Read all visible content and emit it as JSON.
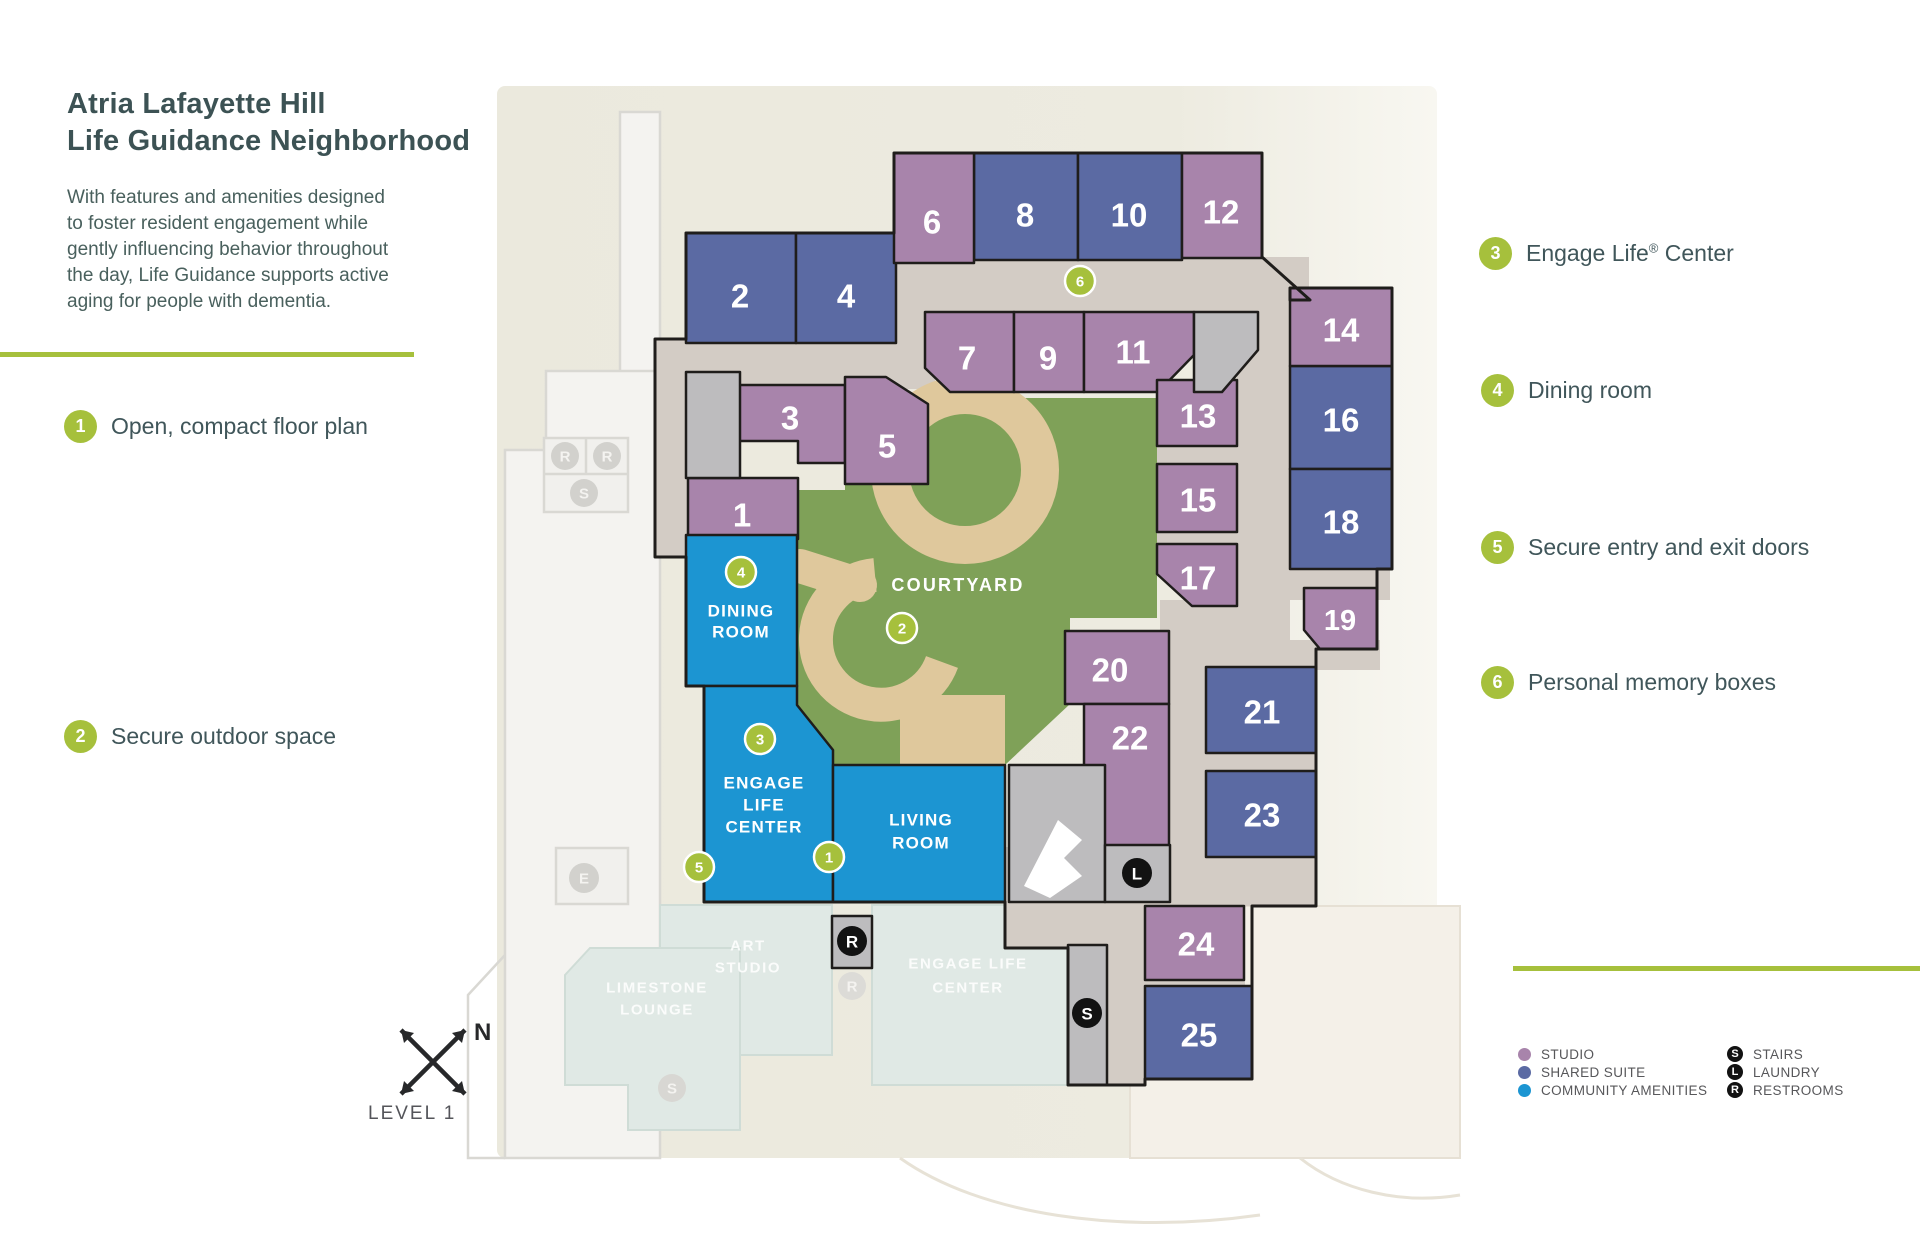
{
  "header": {
    "title_line1": "Atria Lafayette Hill",
    "title_line2": "Life Guidance Neighborhood",
    "description_lines": [
      "With features and amenities designed",
      "to foster resident engagement while",
      "gently influencing behavior throughout",
      "the day, Life Guidance supports active",
      "aging for people with dementia."
    ]
  },
  "left_callouts": [
    {
      "num": "1",
      "label": "Open, compact floor plan"
    },
    {
      "num": "2",
      "label": "Secure outdoor space"
    }
  ],
  "right_callouts": [
    {
      "num": "3",
      "label_pre": "Engage Life",
      "label_sup": "®",
      "label_post": " Center"
    },
    {
      "num": "4",
      "label": "Dining room"
    },
    {
      "num": "5",
      "label": "Secure entry and exit doors"
    },
    {
      "num": "6",
      "label": "Personal memory boxes"
    }
  ],
  "plan": {
    "rooms": [
      "1",
      "2",
      "3",
      "4",
      "5",
      "6",
      "7",
      "8",
      "9",
      "10",
      "11",
      "12",
      "13",
      "14",
      "15",
      "16",
      "17",
      "18",
      "19",
      "20",
      "21",
      "22",
      "23",
      "24",
      "25"
    ],
    "markers": [
      "1",
      "2",
      "3",
      "4",
      "5",
      "6"
    ],
    "labels": {
      "courtyard": "COURTYARD",
      "dining1": "DINING",
      "dining2": "ROOM",
      "elc1": "ENGAGE",
      "elc2": "LIFE",
      "elc3": "CENTER",
      "living1": "LIVING",
      "living2": "ROOM"
    },
    "ghost_labels": {
      "art1": "ART",
      "art2": "STUDIO",
      "elc1": "ENGAGE LIFE",
      "elc2": "CENTER",
      "lounge1": "LIMESTONE",
      "lounge2": "LOUNGE"
    },
    "badges": {
      "stairs": "S",
      "laundry": "L",
      "restroom": "R",
      "elevator": "E"
    },
    "compass_north": "N",
    "level": "LEVEL 1"
  },
  "legend": {
    "items_left": [
      {
        "label": "STUDIO",
        "color": "#a884ab"
      },
      {
        "label": "SHARED SUITE",
        "color": "#5b6aa3"
      },
      {
        "label": "COMMUNITY AMENITIES",
        "color": "#1c95d2"
      }
    ],
    "items_right": [
      {
        "letter": "S",
        "label": "STAIRS"
      },
      {
        "letter": "L",
        "label": "LAUNDRY"
      },
      {
        "letter": "R",
        "label": "RESTROOMS"
      }
    ]
  },
  "colors": {
    "accent_green": "#a6c03c",
    "studio": "#a884ab",
    "shared_suite": "#5b6aa3",
    "community_amenities": "#1c95d2",
    "courtyard_green": "#7fa158",
    "path_tan": "#dfc89c",
    "corridor": "#d3ccc5",
    "utility_gray": "#bdbcbe",
    "badge_black": "#121212"
  }
}
